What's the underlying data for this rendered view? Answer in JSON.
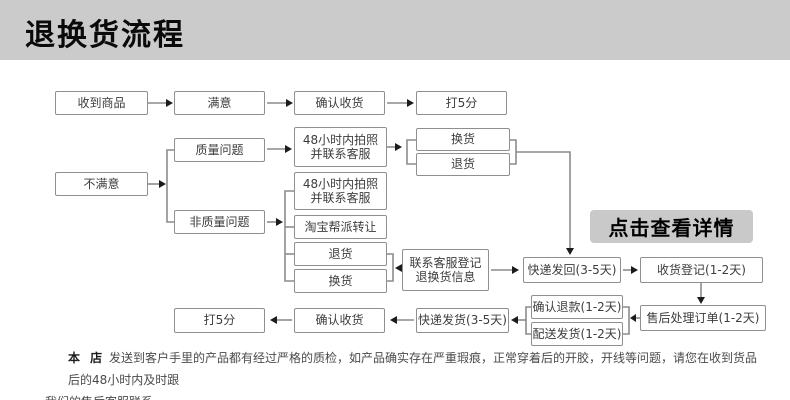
{
  "header": {
    "title": "退换货流程"
  },
  "cta": {
    "label": "点击查看详情"
  },
  "colors": {
    "header_bg": "#cbcbcb",
    "button_bg": "#c9c9c9",
    "box_border": "#8f8f8f",
    "connector_line": "#8c8c8c",
    "arrowhead": "#1c1c1c"
  },
  "flow": {
    "nodes": {
      "receive": "收到商品",
      "satisfied": "满意",
      "confirm_top": "确认收货",
      "rate_top": "打5分",
      "unsatisfied": "不满意",
      "quality": "质量问题",
      "photo48_a": "48小时内拍照\n并联系客服",
      "exchange_a": "换货",
      "return_a": "退货",
      "nonquality": "非质量问题",
      "photo48_b": "48小时内拍照\n并联系客服",
      "taobao": "淘宝帮派转让",
      "return_b": "退货",
      "exchange_b": "换货",
      "contact": "联系客服登记\n退换货信息",
      "express_back": "快递发回(3-5天)",
      "receipt_reg": "收货登记(1-2天)",
      "confirm_refund": "确认退款(1-2天)",
      "dispatch": "配送发货(1-2天)",
      "aftersale": "售后处理订单(1-2天)",
      "express_send": "快递发货(3-5天)",
      "confirm_bottom": "确认收货",
      "rate_bottom": "打5分"
    }
  },
  "footer": {
    "prefix": "本 店",
    "line1": " 发送到客户手里的产品都有经过严格的质检，如产品确实存在严重瑕痕，正常穿着后的开胶，开线等问题，请您在收到货品后的48小时内及时跟",
    "line2": "我们的售后客服联系"
  }
}
